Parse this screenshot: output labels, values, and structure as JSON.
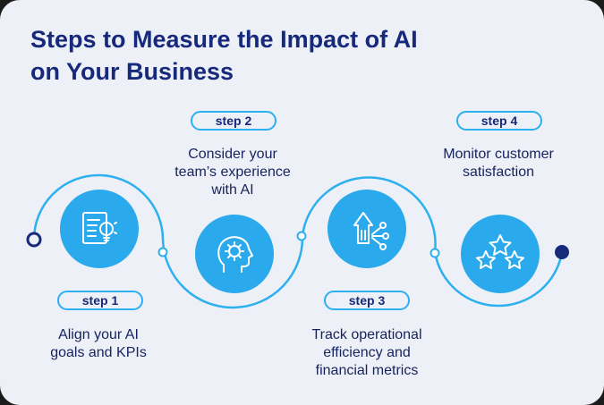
{
  "title": {
    "line1": "Steps to Measure the Impact of AI",
    "line2": "on Your Business"
  },
  "steps": [
    {
      "label": "step 1",
      "lines": [
        "Align your AI",
        "goals and KPIs"
      ],
      "icon": "idea-document-icon"
    },
    {
      "label": "step 2",
      "lines": [
        "Consider your",
        "team’s experience",
        "with AI"
      ],
      "icon": "head-gear-icon"
    },
    {
      "label": "step 3",
      "lines": [
        "Track operational",
        "efficiency and",
        "financial metrics"
      ],
      "icon": "growth-arrow-icon"
    },
    {
      "label": "step 4",
      "lines": [
        "Monitor customer",
        "satisfaction"
      ],
      "icon": "stars-rating-icon"
    }
  ],
  "colors": {
    "background": "#eef0f8",
    "title": "#16297a",
    "accent": "#2aa9ec",
    "line": "#2cb0ee",
    "endpoint": "#16297a"
  }
}
